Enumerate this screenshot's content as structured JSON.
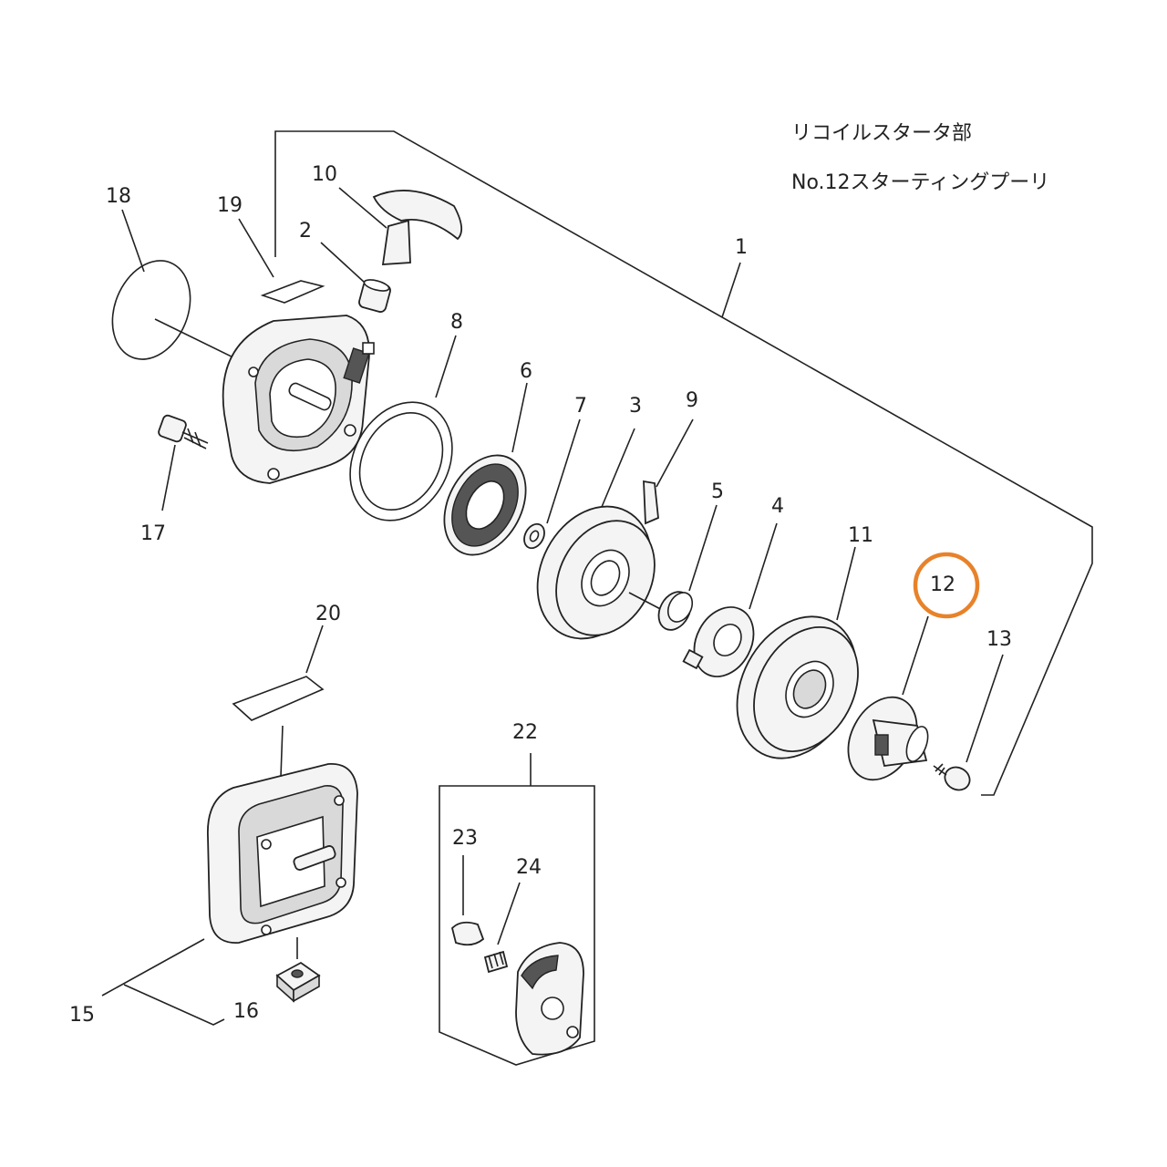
{
  "title": {
    "line1": "リコイルスタータ部",
    "line2": "No.12スターティングプーリ"
  },
  "highlight": {
    "part": "12",
    "color": "#E8822A"
  },
  "callouts": {
    "c1": "1",
    "c2": "2",
    "c3": "3",
    "c4": "4",
    "c5": "5",
    "c6": "6",
    "c7": "7",
    "c8": "8",
    "c9": "9",
    "c10": "10",
    "c11": "11",
    "c12": "12",
    "c13": "13",
    "c15": "15",
    "c16": "16",
    "c17": "17",
    "c18": "18",
    "c19": "19",
    "c20": "20",
    "c22": "22",
    "c23": "23",
    "c24": "24"
  }
}
